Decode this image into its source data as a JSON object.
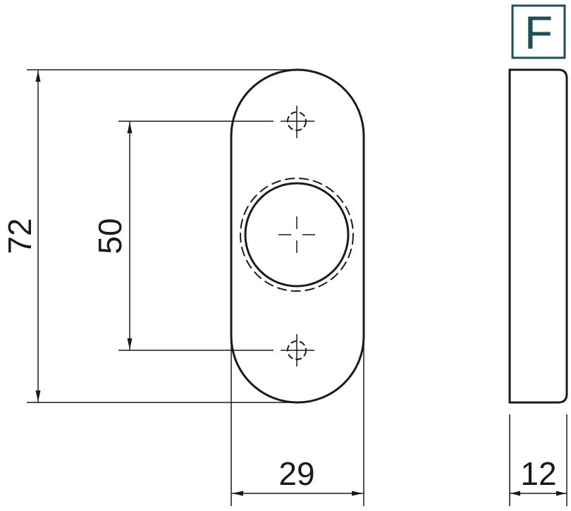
{
  "badge": {
    "letter": "F",
    "color": "#1d4e5c"
  },
  "line_color": "#1a1a1a",
  "dimensions": {
    "height_overall": "72",
    "hole_spacing": "50",
    "width": "29",
    "thickness": "12"
  }
}
